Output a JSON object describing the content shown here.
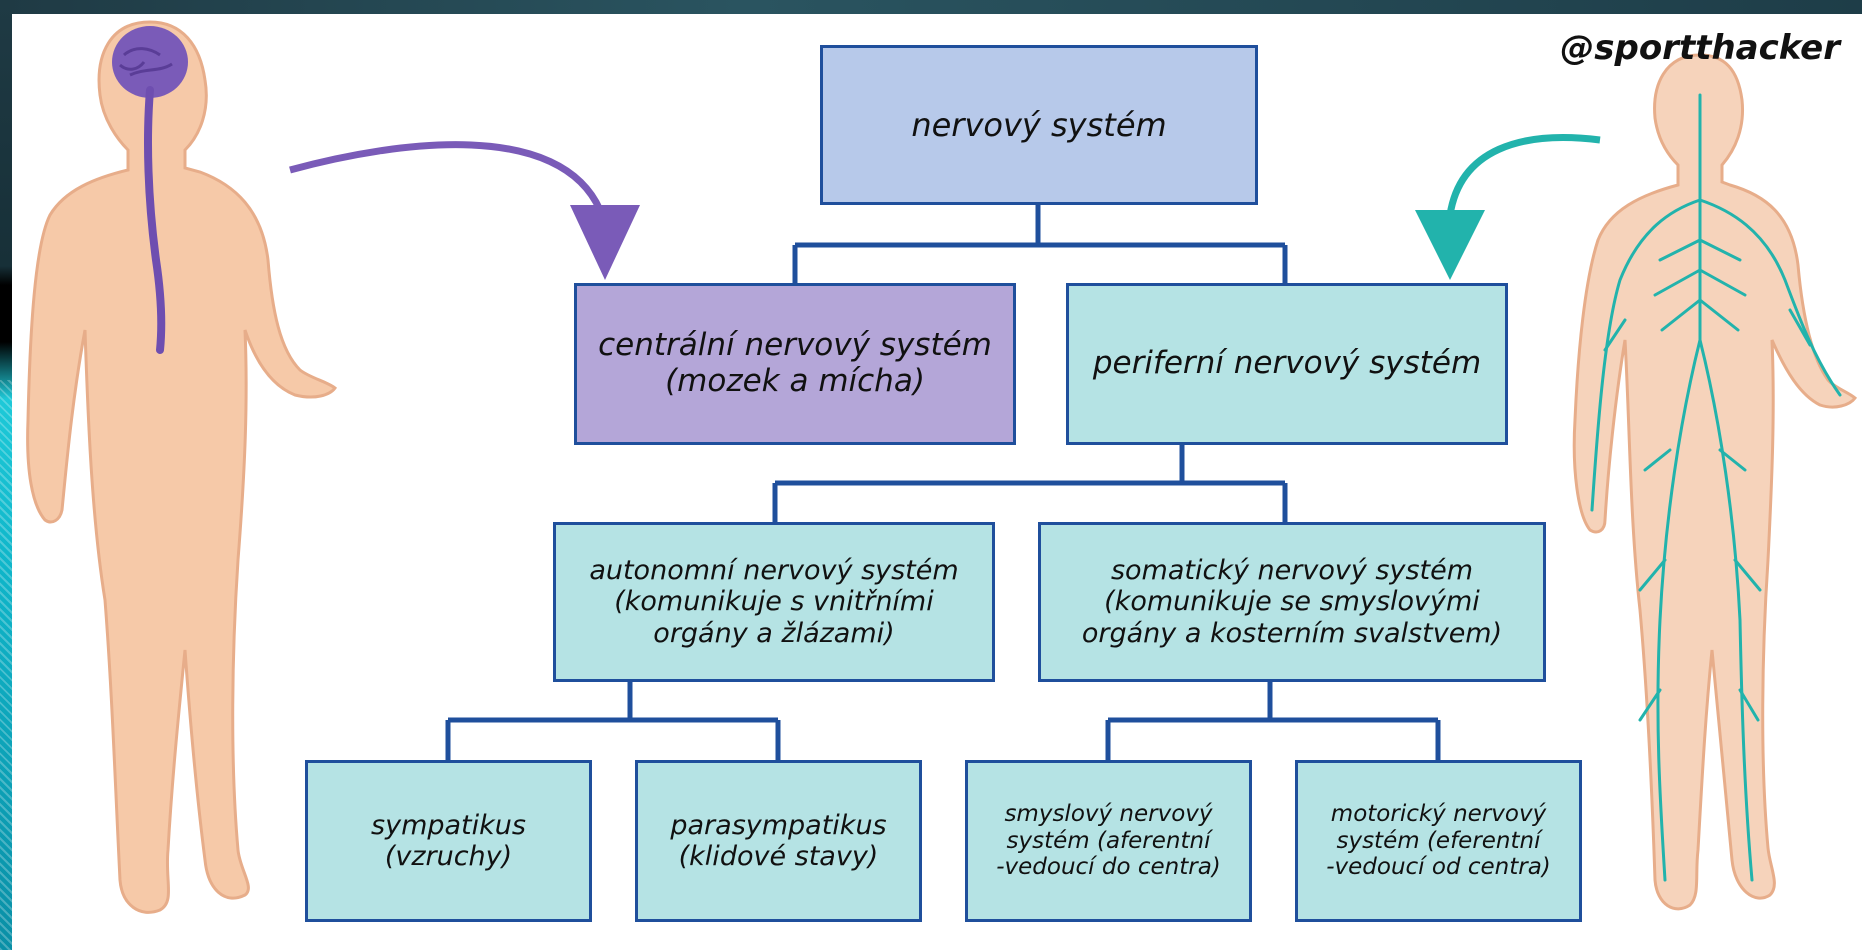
{
  "brand": "@sportthacker",
  "nodes": {
    "root": "nervový systém",
    "cns": "centrální nervový systém\n(mozek a mícha)",
    "pns": "periferní nervový systém",
    "autonomic": "autonomní nervový systém\n(komunikuje s vnitřními\norgány a žlázami)",
    "somatic": "somatický nervový systém\n(komunikuje se smyslovými\norgány a kosterním svalstvem)",
    "sympathetic": "sympatikus\n(vzruchy)",
    "parasympathetic": "parasympatikus\n(klidové stavy)",
    "sensory": "smyslový nervový\nsystém (aferentní\n-vedoucí do centra)",
    "motor": "motorický nervový\nsystém (eferentní\n-vedoucí od centra)"
  },
  "colors": {
    "root_fill": "#b7c9ea",
    "cns_fill": "#b4a6d8",
    "pns_fill": "#b5e3e4",
    "border": "#1f4f9c",
    "connector": "#1f4f9c",
    "skin": "#f6c9a8",
    "brain": "#7a5bb8",
    "nerves": "#22b3ac"
  },
  "icons": [
    "body-cns-figure",
    "body-nerves-figure",
    "cns-arrow-icon",
    "pns-arrow-icon"
  ]
}
